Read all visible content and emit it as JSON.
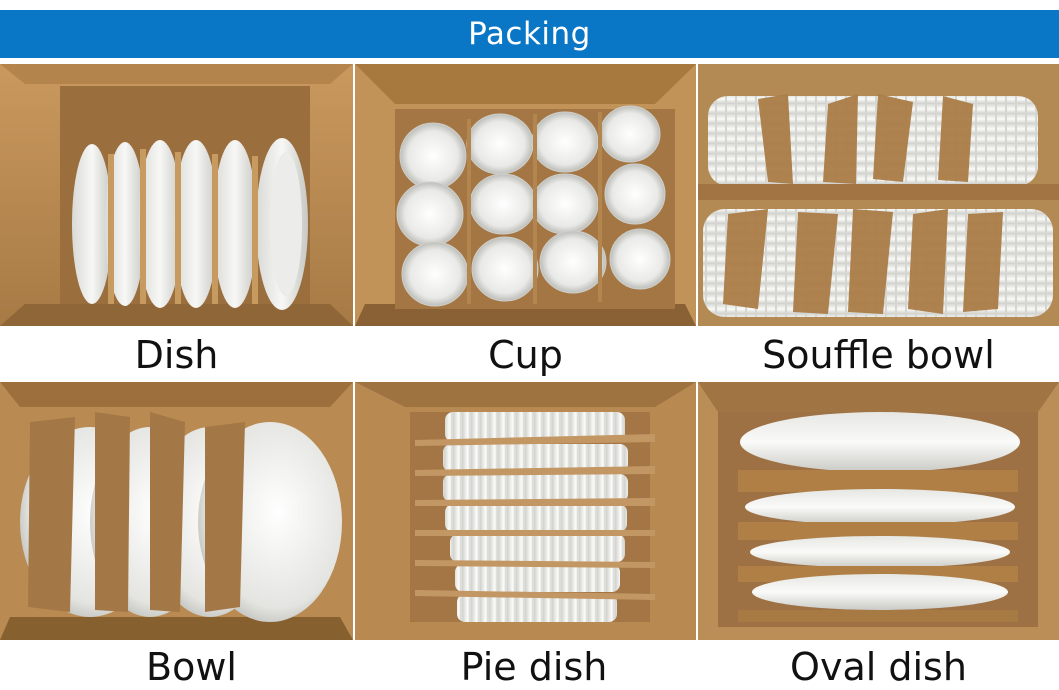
{
  "banner": {
    "title": "Packing",
    "color": "#0a77c6"
  },
  "items": [
    {
      "label": "Dish",
      "icon": "dish-box-photo"
    },
    {
      "label": "Cup",
      "icon": "cup-box-photo"
    },
    {
      "label": "Souffle bowl",
      "icon": "souffle-bowl-box-photo"
    },
    {
      "label": "Bowl",
      "icon": "bowl-box-photo"
    },
    {
      "label": "Pie dish",
      "icon": "pie-dish-box-photo"
    },
    {
      "label": "Oval dish",
      "icon": "oval-dish-box-photo"
    }
  ]
}
